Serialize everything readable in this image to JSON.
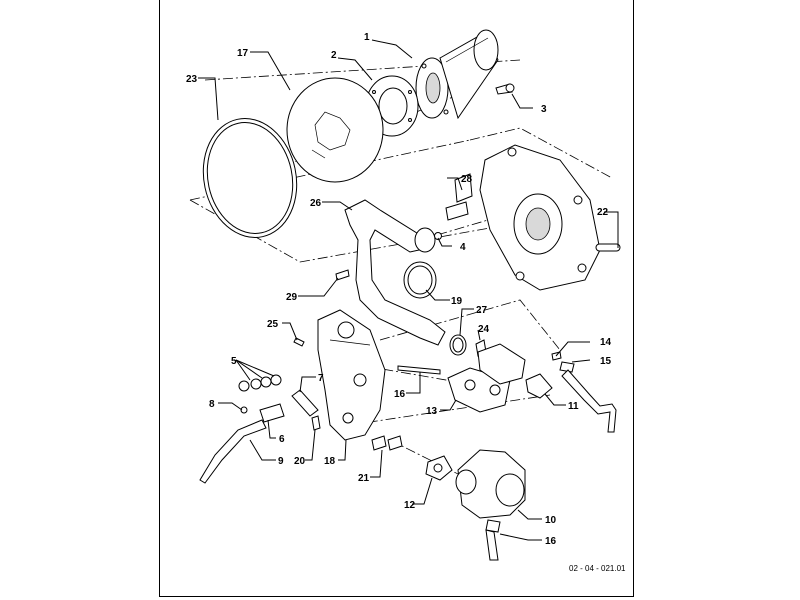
{
  "drawing": {
    "reference": "02 - 04 - 021.01",
    "callouts": [
      "1",
      "2",
      "3",
      "23",
      "17",
      "28",
      "26",
      "22",
      "4",
      "29",
      "19",
      "27",
      "24",
      "25",
      "14",
      "5",
      "15",
      "7",
      "16",
      "8",
      "13",
      "11",
      "6",
      "20",
      "18",
      "9",
      "21",
      "12",
      "10",
      "16"
    ]
  }
}
